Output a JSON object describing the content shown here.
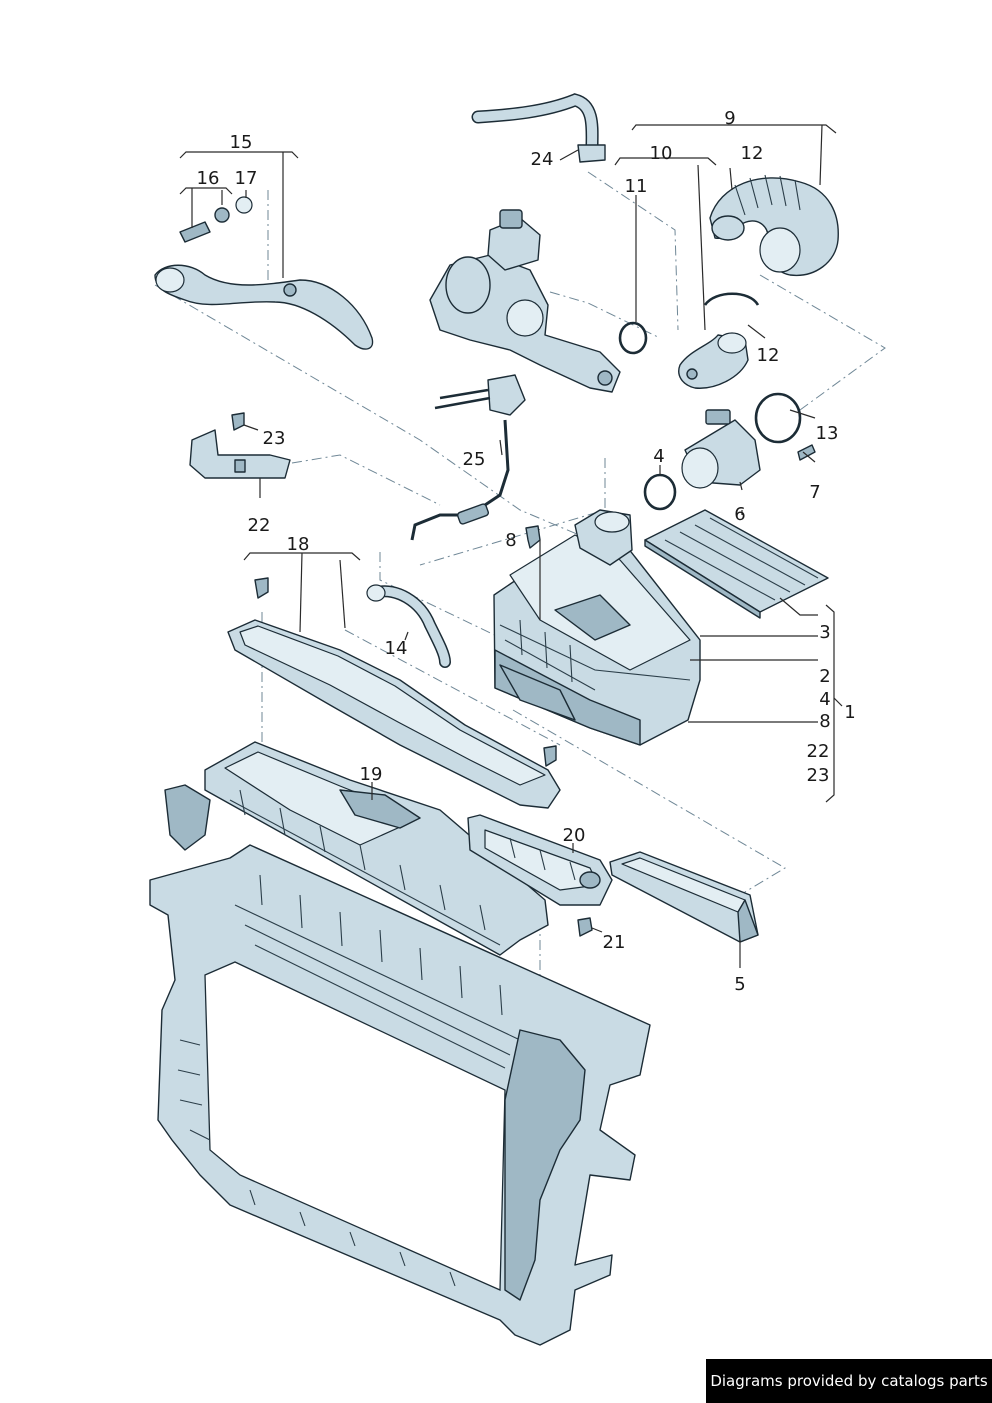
{
  "callouts": {
    "c1": "1",
    "c2": "2",
    "c3": "3",
    "c4a": "4",
    "c4b": "4",
    "c5": "5",
    "c6": "6",
    "c7": "7",
    "c8a": "8",
    "c8b": "8",
    "c9": "9",
    "c10": "10",
    "c11": "11",
    "c12a": "12",
    "c12b": "12",
    "c13": "13",
    "c14": "14",
    "c15": "15",
    "c16": "16",
    "c17": "17",
    "c18": "18",
    "c19": "19",
    "c20": "20",
    "c21": "21",
    "c22a": "22",
    "c22b": "22",
    "c23a": "23",
    "c23b": "23",
    "c24": "24",
    "c25": "25"
  },
  "footer": {
    "text": "Diagrams provided by catalogs parts"
  },
  "colors": {
    "part_fill": "#c9dbe4",
    "outline": "#1c2c36",
    "footer_bg": "#000000"
  }
}
